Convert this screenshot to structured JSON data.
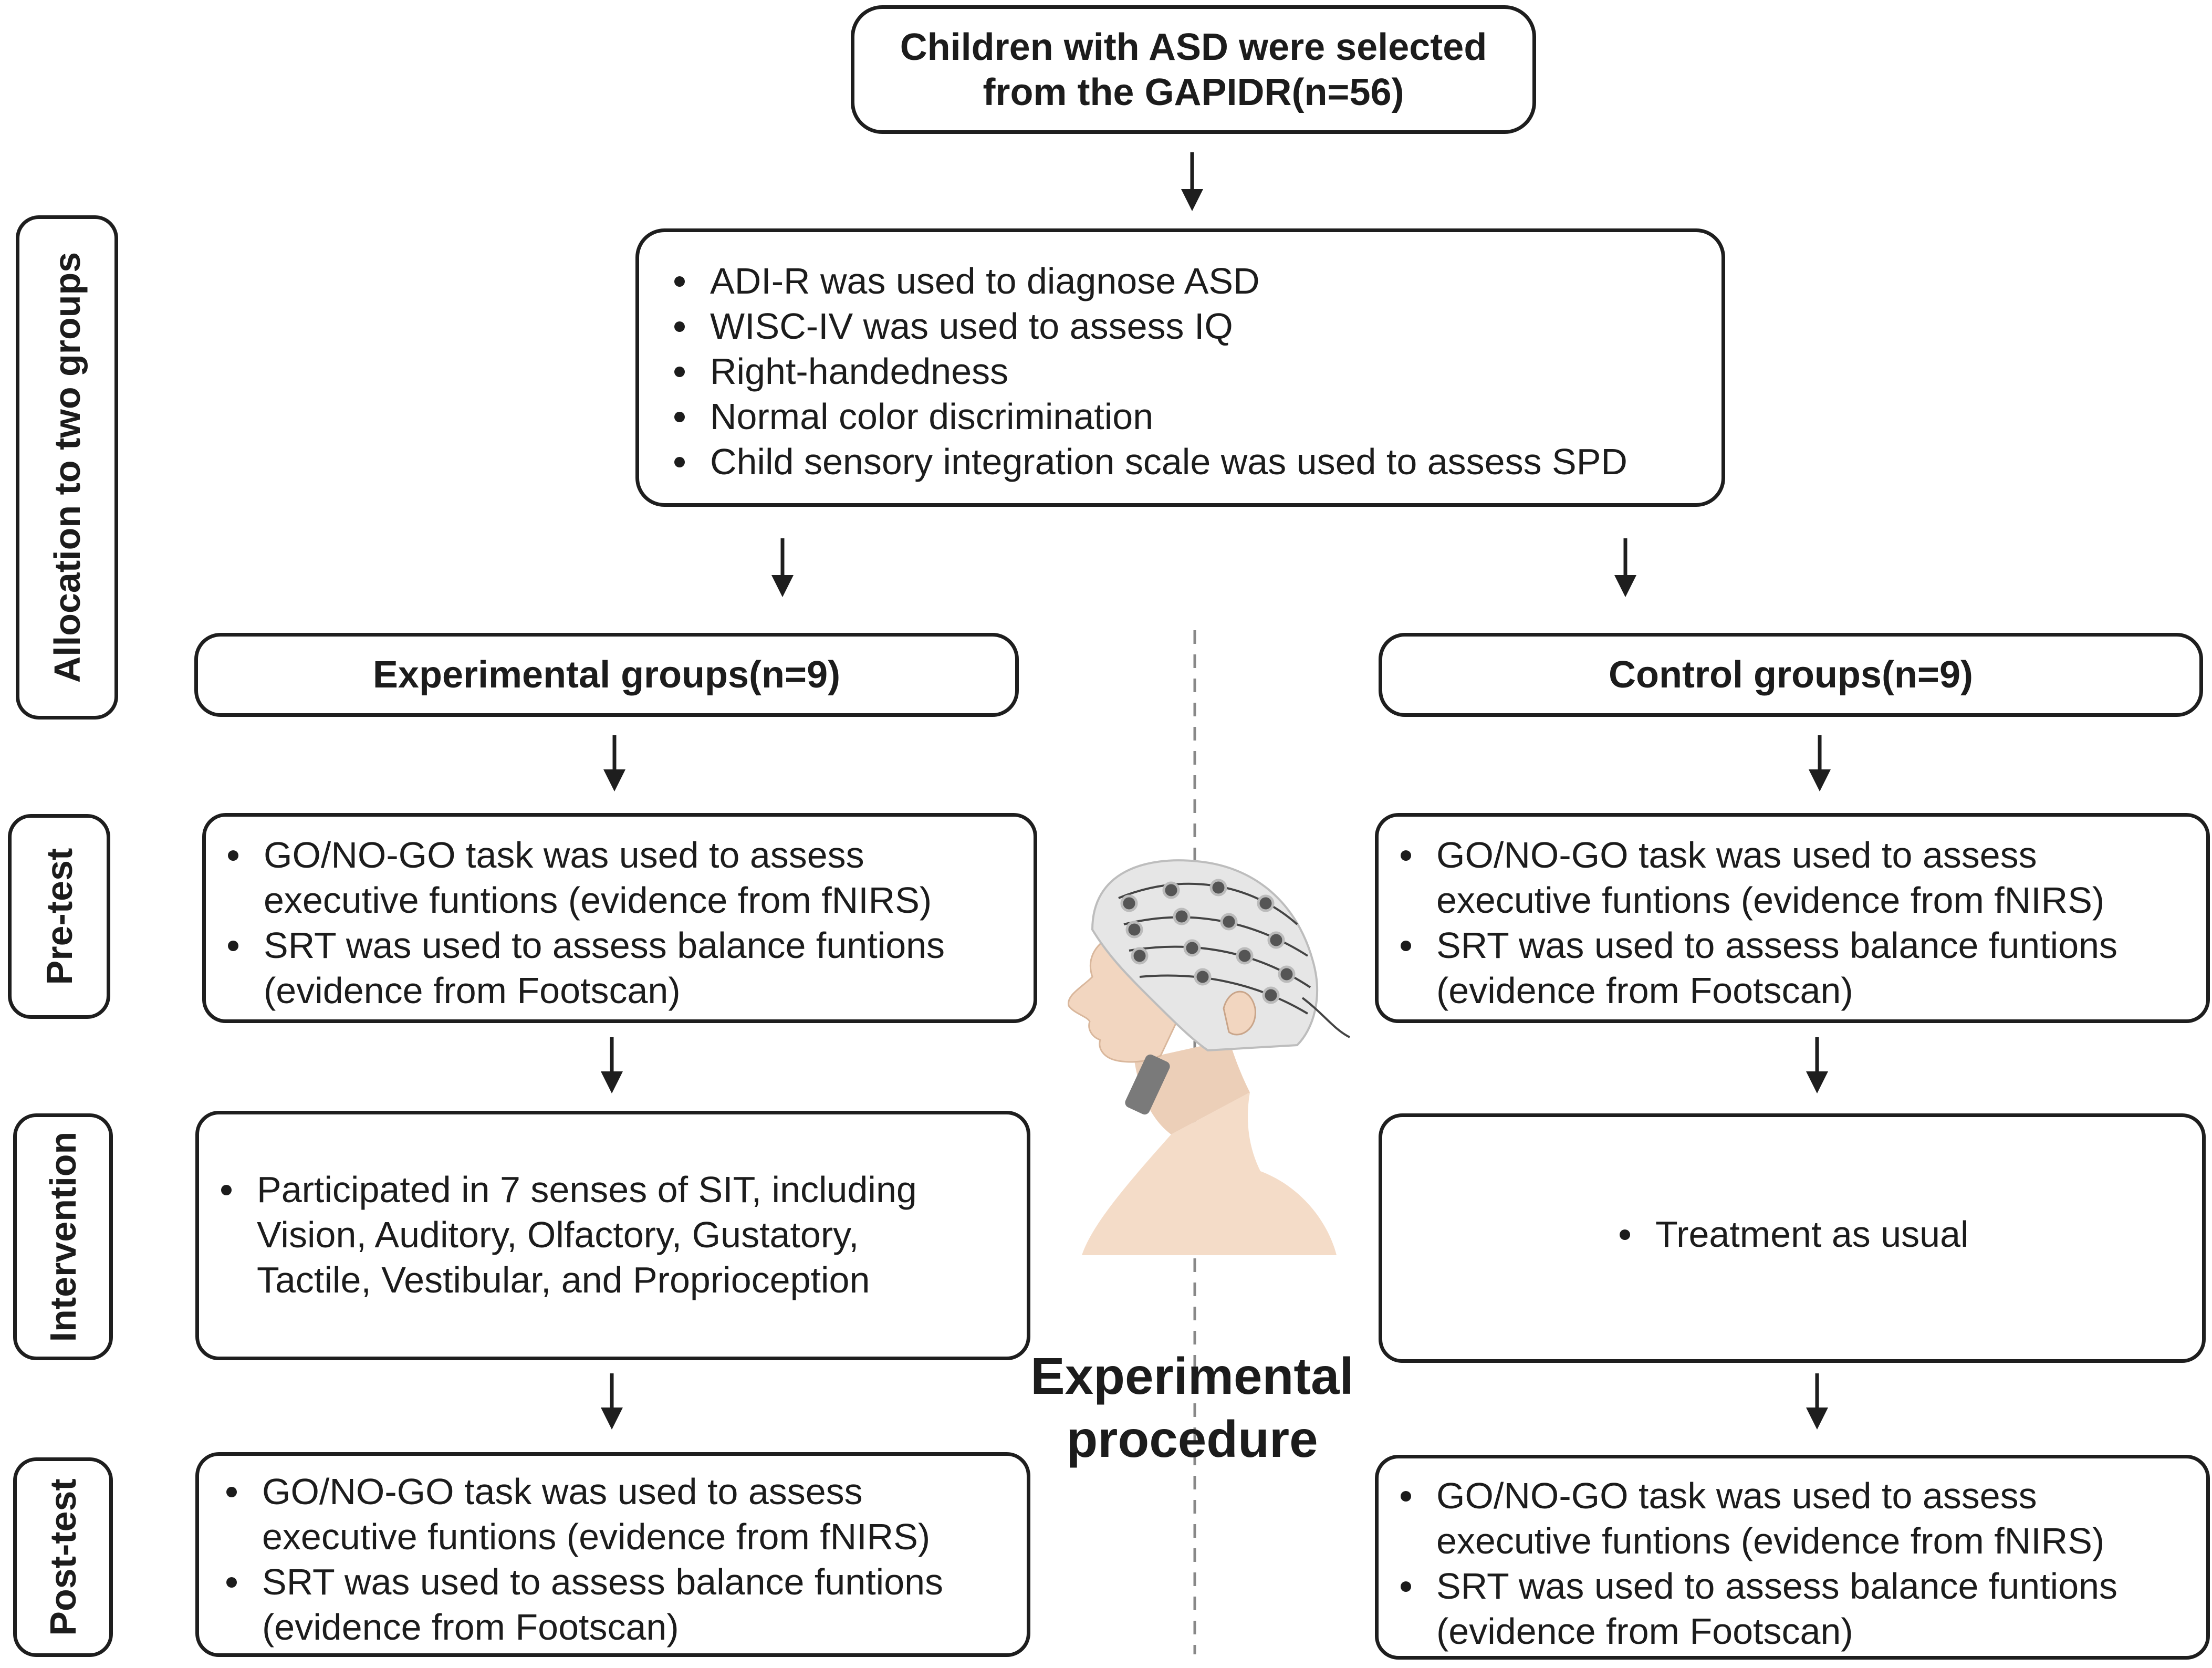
{
  "top": {
    "line1": "Children with ASD were selected",
    "line2": "from the GAPIDR(n=56)"
  },
  "criteria": [
    "ADI-R was used to diagnose ASD",
    "WISC-IV was used to assess IQ",
    "Right-handedness",
    "Normal color discrimination",
    "Child sensory integration scale was used to assess SPD"
  ],
  "phases": {
    "allocation": "Allocation to two groups",
    "pretest": "Pre-test",
    "intervention": "Intervention",
    "posttest": "Post-test"
  },
  "experimental": {
    "title": "Experimental groups(n=9)",
    "pretest": {
      "item1_line1": "GO/NO-GO task was used to assess",
      "item1_line2": "executive funtions (evidence from fNIRS)",
      "item2_line1": "SRT was used to assess balance funtions",
      "item2_line2": "(evidence from Footscan)"
    },
    "intervention": {
      "line1": "Participated in 7 senses of SIT, including",
      "line2": "Vision, Auditory, Olfactory, Gustatory,",
      "line3": "Tactile, Vestibular, and Proprioception"
    },
    "posttest": {
      "item1_line1": "GO/NO-GO task was used to assess",
      "item1_line2": "executive funtions (evidence from fNIRS)",
      "item2_line1": "SRT was used to assess balance funtions",
      "item2_line2": "(evidence from Footscan)"
    }
  },
  "control": {
    "title": "Control groups(n=9)",
    "pretest": {
      "item1_line1": "GO/NO-GO task was used to assess",
      "item1_line2": "executive funtions (evidence from fNIRS)",
      "item2_line1": "SRT was used to assess balance funtions",
      "item2_line2": "(evidence from Footscan)"
    },
    "intervention": "Treatment as usual",
    "posttest": {
      "item1_line1": "GO/NO-GO task was used to assess",
      "item1_line2": "executive funtions (evidence from fNIRS)",
      "item2_line1": "SRT was used to assess balance funtions",
      "item2_line2": "(evidence from Footscan)"
    }
  },
  "center_label": {
    "line1": "Experimental",
    "line2": "procedure"
  },
  "colors": {
    "stroke": "#1e1e1e",
    "skin": "#f2d9c4",
    "cap": "#e6e6e6",
    "electrode": "#555555"
  }
}
